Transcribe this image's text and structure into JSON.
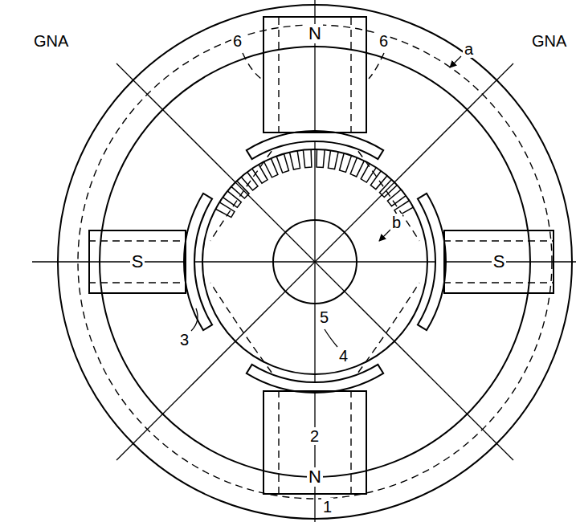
{
  "diagram": {
    "nodes": [
      {
        "text": [
          "N"
        ]
      },
      {
        "text": [
          "S"
        ]
      },
      {
        "text": [
          "S"
        ]
      },
      {
        "text": [
          "N"
        ]
      }
    ],
    "labels": [
      "GNA",
      "GNA",
      "6",
      "6",
      "a",
      "b",
      "3",
      "5",
      "4",
      "2",
      "1"
    ]
  }
}
